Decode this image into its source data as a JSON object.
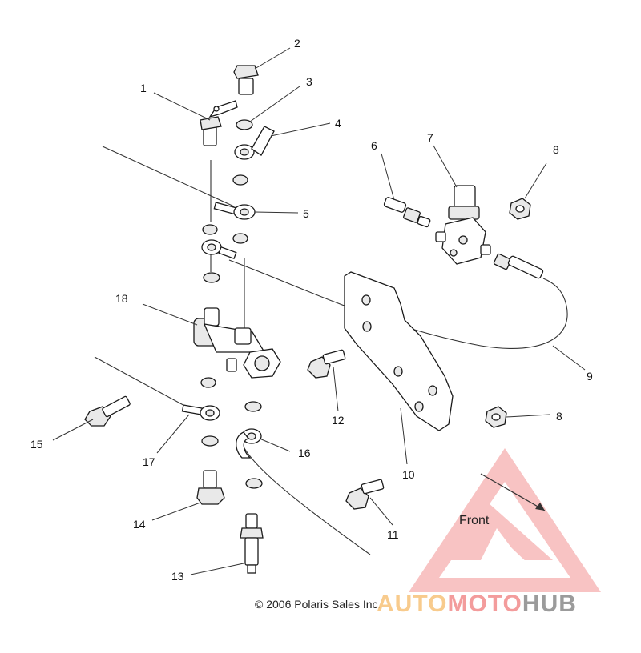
{
  "callouts": [
    "1",
    "2",
    "3",
    "4",
    "5",
    "6",
    "7",
    "8",
    "9",
    "10",
    "11",
    "12",
    "13",
    "14",
    "15",
    "16",
    "17",
    "18"
  ],
  "front_label": "Front",
  "copyright": "© 2006 Polaris Sales Inc.",
  "watermark": {
    "part1": "AUTO",
    "part2": "MOTO",
    "part3": "HUB",
    "colors": {
      "auto": "#f7c27a",
      "moto": "#f28b8b",
      "hub": "#8a8a8a",
      "triangle": "#f28b8b"
    }
  }
}
